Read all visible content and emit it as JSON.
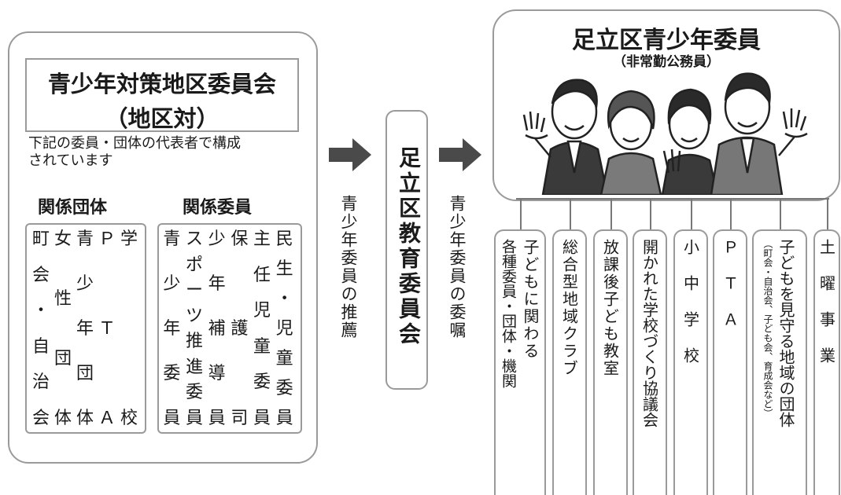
{
  "left": {
    "title_line1": "青少年対策地区委員会",
    "title_line2": "（地区対）",
    "description_line1": "下記の委員・団体の代表者で構成",
    "description_line2": "されています",
    "groups_heading": "関係団体",
    "groups": [
      "町会・自治会",
      "女性団体",
      "青少年団体",
      "ＰＴＡ",
      "学校"
    ],
    "members_heading": "関係委員",
    "members": [
      "青少年委員",
      "スポーツ推進委員",
      "少年補導員",
      "保護司",
      "主任児童委員",
      "民生・児童委員"
    ]
  },
  "arrow_label_recommend": "青少年委員の推薦",
  "board": "足立区教育委員会",
  "arrow_label_commission": "青少年委員の委嘱",
  "right": {
    "title": "足立区青少年委員",
    "subtitle": "（非常勤公務員）"
  },
  "columns": [
    {
      "line1": "子どもに関わる",
      "line2": "各種委員・団体・機関"
    },
    {
      "line1": "総合型地域クラブ"
    },
    {
      "line1": "放課後子ども教室"
    },
    {
      "line1": "開かれた学校づくり協議会"
    },
    {
      "line1": "小中学校"
    },
    {
      "line1": "ＰＴＡ"
    },
    {
      "line1": "子どもを見守る地域の団体",
      "note": "（町会・自治会、子ども会、育成会など）"
    },
    {
      "line1": "土曜事業"
    }
  ],
  "colors": {
    "border": "#9a9a9a",
    "arrow": "#4a4a4a",
    "line": "#777777"
  }
}
